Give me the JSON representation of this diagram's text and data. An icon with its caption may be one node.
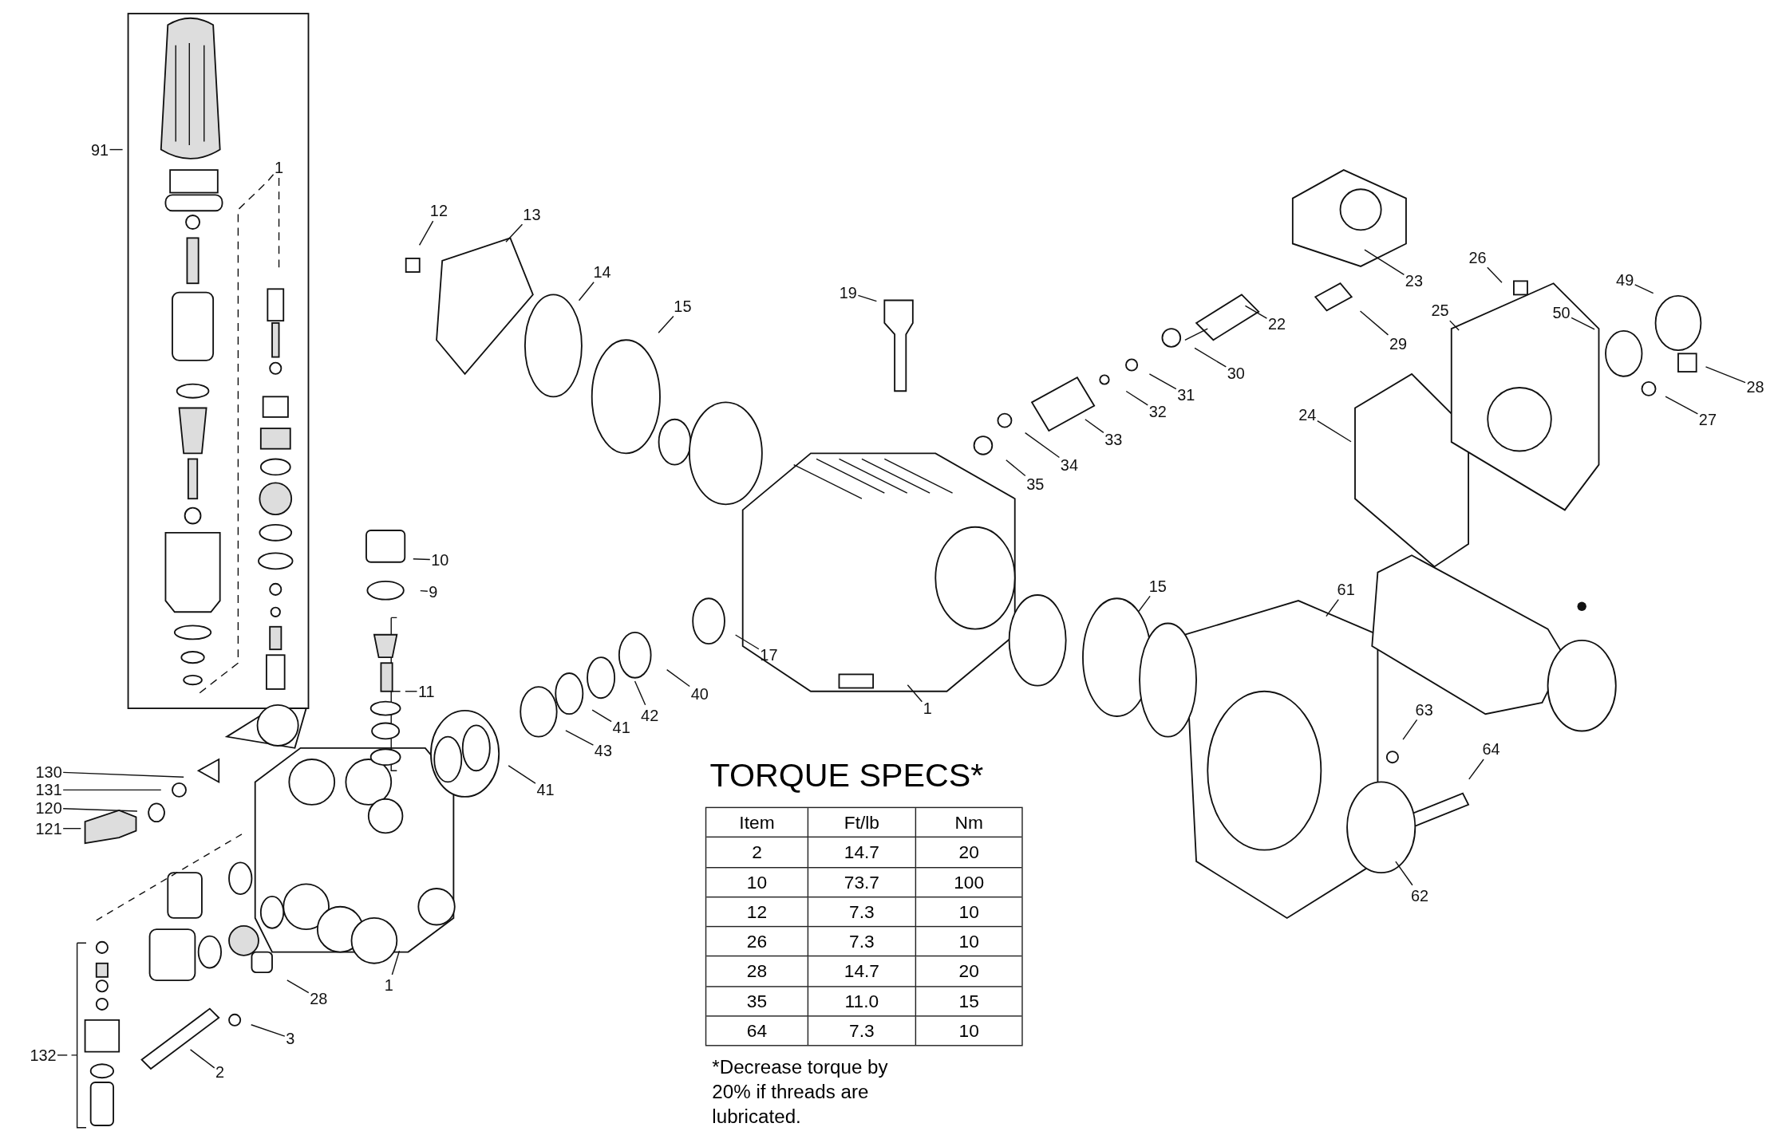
{
  "diagram": {
    "nodes": [
      {
        "text": [
          "91"
        ]
      },
      {
        "text": [
          "1"
        ]
      },
      {
        "text": [
          "12"
        ]
      },
      {
        "text": [
          "13"
        ]
      },
      {
        "text": [
          "14"
        ]
      },
      {
        "text": [
          "15"
        ]
      },
      {
        "text": [
          "19"
        ]
      },
      {
        "text": [
          "23"
        ]
      },
      {
        "text": [
          "26"
        ]
      },
      {
        "text": [
          "49"
        ]
      },
      {
        "text": [
          "22"
        ]
      },
      {
        "text": [
          "29"
        ]
      },
      {
        "text": [
          "25"
        ]
      },
      {
        "text": [
          "50"
        ]
      },
      {
        "text": [
          "28"
        ]
      },
      {
        "text": [
          "27"
        ]
      },
      {
        "text": [
          "30"
        ]
      },
      {
        "text": [
          "31"
        ]
      },
      {
        "text": [
          "32"
        ]
      },
      {
        "text": [
          "33"
        ]
      },
      {
        "text": [
          "34"
        ]
      },
      {
        "text": [
          "35"
        ]
      },
      {
        "text": [
          "24"
        ]
      },
      {
        "text": [
          "10"
        ]
      },
      {
        "text": [
          "9"
        ]
      },
      {
        "text": [
          "11"
        ]
      },
      {
        "text": [
          "15"
        ]
      },
      {
        "text": [
          "61"
        ]
      },
      {
        "text": [
          "17"
        ]
      },
      {
        "text": [
          "40"
        ]
      },
      {
        "text": [
          "1"
        ]
      },
      {
        "text": [
          "42"
        ]
      },
      {
        "text": [
          "41"
        ]
      },
      {
        "text": [
          "63"
        ]
      },
      {
        "text": [
          "43"
        ]
      },
      {
        "text": [
          "64"
        ]
      },
      {
        "text": [
          "130"
        ]
      },
      {
        "text": [
          "131"
        ]
      },
      {
        "text": [
          "41"
        ]
      },
      {
        "text": [
          "120"
        ]
      },
      {
        "text": [
          "121"
        ]
      },
      {
        "text": [
          "62"
        ]
      },
      {
        "text": [
          "1"
        ]
      },
      {
        "text": [
          "28"
        ]
      },
      {
        "text": [
          "3"
        ]
      },
      {
        "text": [
          "2"
        ]
      },
      {
        "text": [
          "132"
        ]
      }
    ],
    "edges": [
      {
        "from": 0,
        "to": null,
        "arrow": "none"
      },
      {
        "from": 1,
        "to": null,
        "arrow": "none",
        "style": "dashed"
      },
      {
        "from": 2,
        "to": null,
        "arrow": "none"
      },
      {
        "from": 3,
        "to": null,
        "arrow": "none"
      },
      {
        "from": 4,
        "to": null,
        "arrow": "none"
      },
      {
        "from": 5,
        "to": null,
        "arrow": "none"
      },
      {
        "from": 6,
        "to": null,
        "arrow": "none"
      },
      {
        "from": 7,
        "to": null,
        "arrow": "none"
      },
      {
        "from": 8,
        "to": null,
        "arrow": "none"
      },
      {
        "from": 9,
        "to": null,
        "arrow": "none"
      },
      {
        "from": 10,
        "to": null,
        "arrow": "none"
      },
      {
        "from": 11,
        "to": null,
        "arrow": "none"
      },
      {
        "from": 12,
        "to": null,
        "arrow": "none"
      },
      {
        "from": 13,
        "to": null,
        "arrow": "none"
      },
      {
        "from": 14,
        "to": null,
        "arrow": "none"
      },
      {
        "from": 15,
        "to": null,
        "arrow": "none"
      },
      {
        "from": 16,
        "to": null,
        "arrow": "none"
      },
      {
        "from": 17,
        "to": null,
        "arrow": "none"
      },
      {
        "from": 18,
        "to": null,
        "arrow": "none"
      },
      {
        "from": 19,
        "to": null,
        "arrow": "none"
      },
      {
        "from": 20,
        "to": null,
        "arrow": "none"
      },
      {
        "from": 21,
        "to": null,
        "arrow": "none"
      },
      {
        "from": 22,
        "to": null,
        "arrow": "none"
      },
      {
        "from": 23,
        "to": null,
        "arrow": "none"
      },
      {
        "from": 24,
        "to": null,
        "arrow": "none"
      },
      {
        "from": 25,
        "to": null,
        "arrow": "none"
      },
      {
        "from": 26,
        "to": null,
        "arrow": "none"
      },
      {
        "from": 27,
        "to": null,
        "arrow": "none"
      },
      {
        "from": 28,
        "to": null,
        "arrow": "none"
      },
      {
        "from": 29,
        "to": null,
        "arrow": "none"
      },
      {
        "from": 30,
        "to": null,
        "arrow": "none"
      },
      {
        "from": 31,
        "to": null,
        "arrow": "none"
      },
      {
        "from": 32,
        "to": null,
        "arrow": "none"
      },
      {
        "from": 33,
        "to": null,
        "arrow": "none"
      },
      {
        "from": 34,
        "to": null,
        "arrow": "none"
      },
      {
        "from": 35,
        "to": null,
        "arrow": "none"
      },
      {
        "from": 36,
        "to": null,
        "arrow": "none"
      },
      {
        "from": 37,
        "to": null,
        "arrow": "none"
      },
      {
        "from": 38,
        "to": null,
        "arrow": "none"
      },
      {
        "from": 39,
        "to": null,
        "arrow": "none"
      },
      {
        "from": 40,
        "to": null,
        "arrow": "none"
      },
      {
        "from": 41,
        "to": null,
        "arrow": "none"
      },
      {
        "from": 42,
        "to": null,
        "arrow": "none"
      },
      {
        "from": 43,
        "to": null,
        "arrow": "none"
      },
      {
        "from": 44,
        "to": null,
        "arrow": "none"
      },
      {
        "from": 45,
        "to": null,
        "arrow": "none"
      },
      {
        "from": 46,
        "to": null,
        "arrow": "none"
      },
      {
        "from": 1,
        "to": null,
        "arrow": "none",
        "style": "dashed"
      }
    ],
    "labels": [
      "TORQUE SPECS*",
      "Item",
      "Ft/lb",
      "Nm",
      "2",
      "14.7",
      "20",
      "10",
      "73.7",
      "100",
      "12",
      "7.3",
      "10",
      "26",
      "7.3",
      "10",
      "28",
      "14.7",
      "20",
      "35",
      "11.0",
      "15",
      "64",
      "7.3",
      "10",
      "*Decrease torque by 20% if threads are lubricated."
    ]
  }
}
